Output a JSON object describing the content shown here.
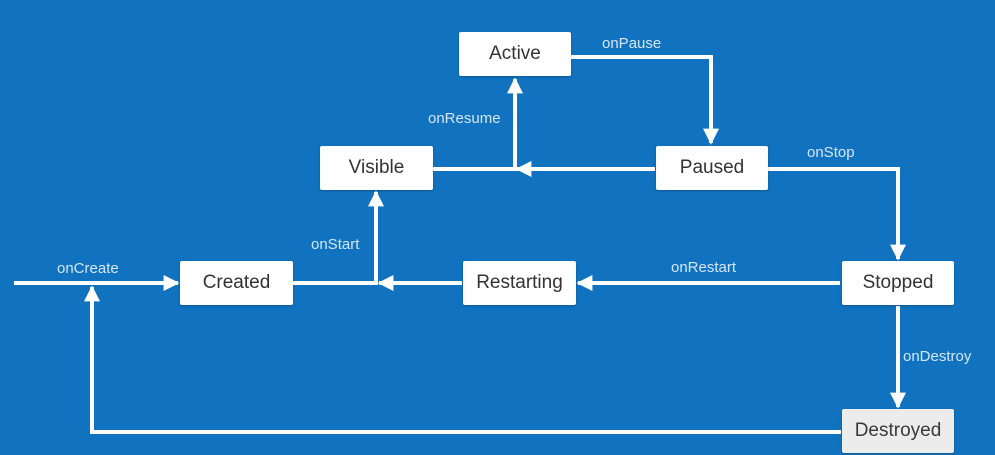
{
  "colors": {
    "background": "#1173BF",
    "node_fill": "#FFFFFF",
    "node_fill_dim": "#ECECEC",
    "node_text": "#333333",
    "arrow": "#FFFFFF",
    "callback_label": "#D4E6F7"
  },
  "states": {
    "active": "Active",
    "visible": "Visible",
    "paused": "Paused",
    "created": "Created",
    "restarting": "Restarting",
    "stopped": "Stopped",
    "destroyed": "Destroyed"
  },
  "callbacks": {
    "on_create": "onCreate",
    "on_start": "onStart",
    "on_resume": "onResume",
    "on_pause": "onPause",
    "on_stop": "onStop",
    "on_restart": "onRestart",
    "on_destroy": "onDestroy"
  }
}
